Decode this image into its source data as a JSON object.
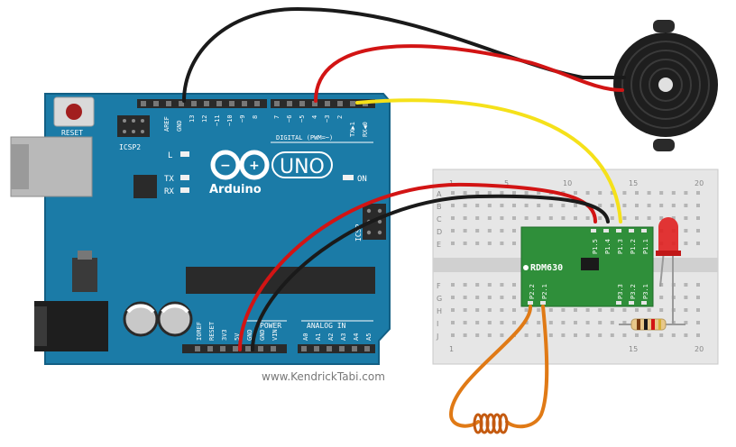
{
  "colors": {
    "board": "#1b7ba7",
    "board_dark": "#0f5f86",
    "breadboard": "#e8e8e8",
    "module": "#2f8f3a",
    "wire_black": "#1a1a1a",
    "wire_red": "#d21414",
    "wire_yellow": "#f5e11a",
    "wire_orange": "#e07a16",
    "led": "#e02020"
  },
  "arduino": {
    "reset_label": "RESET",
    "icsp2_label": "ICSP2",
    "aref_label": "AREF",
    "gnd_label": "GND",
    "digital_pins": [
      "13",
      "12",
      "~11",
      "~10",
      "~9",
      "8",
      "7",
      "~6",
      "~5",
      "4",
      "~3",
      "2",
      "TX▶1",
      "RX◀0"
    ],
    "digital_label": "DIGITAL (PWM=~)",
    "l_label": "L",
    "tx_label": "TX",
    "rx_label": "RX",
    "on_label": "ON",
    "uno_label": "UNO",
    "brand_label": "Arduino",
    "icsp_label": "ICSP",
    "power_pins": [
      "IOREF",
      "RESET",
      "3V3",
      "5V",
      "GND",
      "GND",
      "VIN"
    ],
    "power_label": "POWER",
    "analog_pins": [
      "A0",
      "A1",
      "A2",
      "A3",
      "A4",
      "A5"
    ],
    "analog_label": "ANALOG IN"
  },
  "breadboard": {
    "col_numbers": [
      "1",
      "5",
      "10",
      "15",
      "20"
    ],
    "rows_top": [
      "A",
      "B",
      "C",
      "D",
      "E"
    ],
    "rows_bottom": [
      "F",
      "G",
      "H",
      "I",
      "J"
    ]
  },
  "module": {
    "name": "RDM630",
    "top_pins": [
      "P1.5",
      "P1.4",
      "P1.3",
      "P1.2",
      "P1.1"
    ],
    "bottom_left_pins": [
      "P2.2",
      "P2.1"
    ],
    "bottom_right_pins": [
      "P3.3",
      "P3.2",
      "P3.1"
    ]
  },
  "credit": "www.KendrickTabi.com"
}
